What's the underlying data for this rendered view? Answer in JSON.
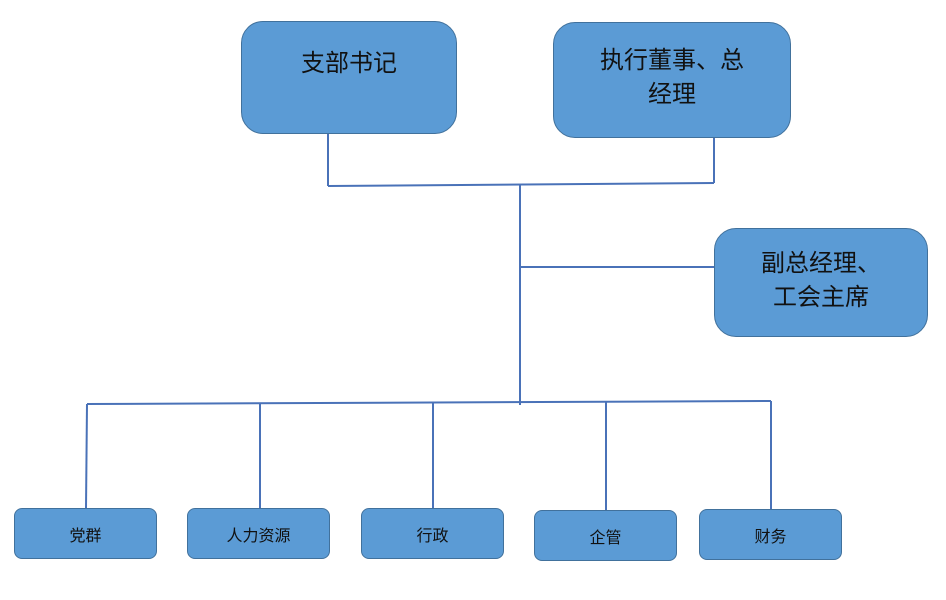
{
  "diagram": {
    "type": "org-chart",
    "colors": {
      "node_fill": "#5B9BD5",
      "node_border": "#41719C",
      "connector": "#4A72B8",
      "text": "#111111"
    },
    "top_nodes": {
      "party_secretary": {
        "lines": [
          "支部书记"
        ]
      },
      "executive_director": {
        "lines": [
          "执行董事、总",
          "经理"
        ]
      }
    },
    "middle_node": {
      "deputy_gm": {
        "lines": [
          "副总经理、",
          "工会主席"
        ]
      }
    },
    "departments": [
      {
        "label": "党群"
      },
      {
        "label": "人力资源"
      },
      {
        "label": "行政"
      },
      {
        "label": "企管"
      },
      {
        "label": "财务"
      }
    ]
  }
}
